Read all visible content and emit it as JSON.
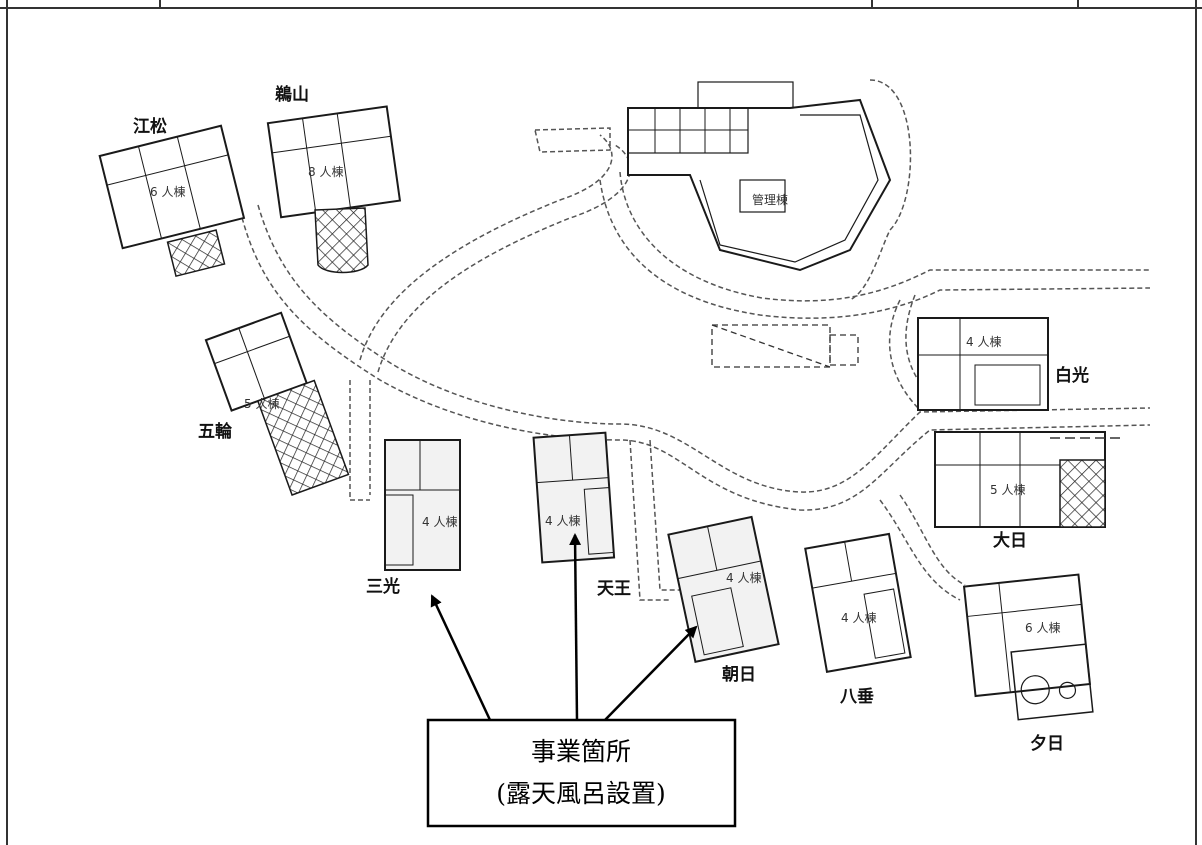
{
  "colors": {
    "line": "#1a1a1a",
    "path": "#555555",
    "hatch": "#222222",
    "bg": "#ffffff"
  },
  "labels": {
    "emats": "江松",
    "uyama": "鵜山",
    "gorin": "五輪",
    "sanko": "三光",
    "tenno": "天王",
    "asahi": "朝日",
    "yatare": "八垂",
    "yuhi": "夕日",
    "dainichi": "大日",
    "hakko": "白光"
  },
  "captions": {
    "emats": "6 人棟",
    "uyama": "8 人棟",
    "kanri": "管理棟",
    "gorin": "5 人棟",
    "sanko": "4 人棟",
    "tenno": "4 人棟",
    "asahi": "4 人棟",
    "yatare": "4 人棟",
    "yuhi": "6 人棟",
    "dainichi": "5 人棟",
    "hakko": "4 人棟"
  },
  "callout": {
    "line1": "事業箇所",
    "line2": "(露天風呂設置)"
  }
}
